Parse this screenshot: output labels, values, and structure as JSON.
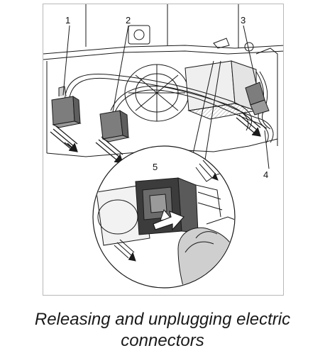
{
  "figure": {
    "callouts": [
      "1",
      "2",
      "3",
      "4",
      "5"
    ]
  },
  "caption": {
    "line1": "Releasing and unplugging electric",
    "line2": "connectors"
  },
  "colors": {
    "line": "#1a1a1a",
    "connector": "#7d7d7d",
    "hand": "#cfcfcf",
    "frame": "#b8b8b8"
  }
}
